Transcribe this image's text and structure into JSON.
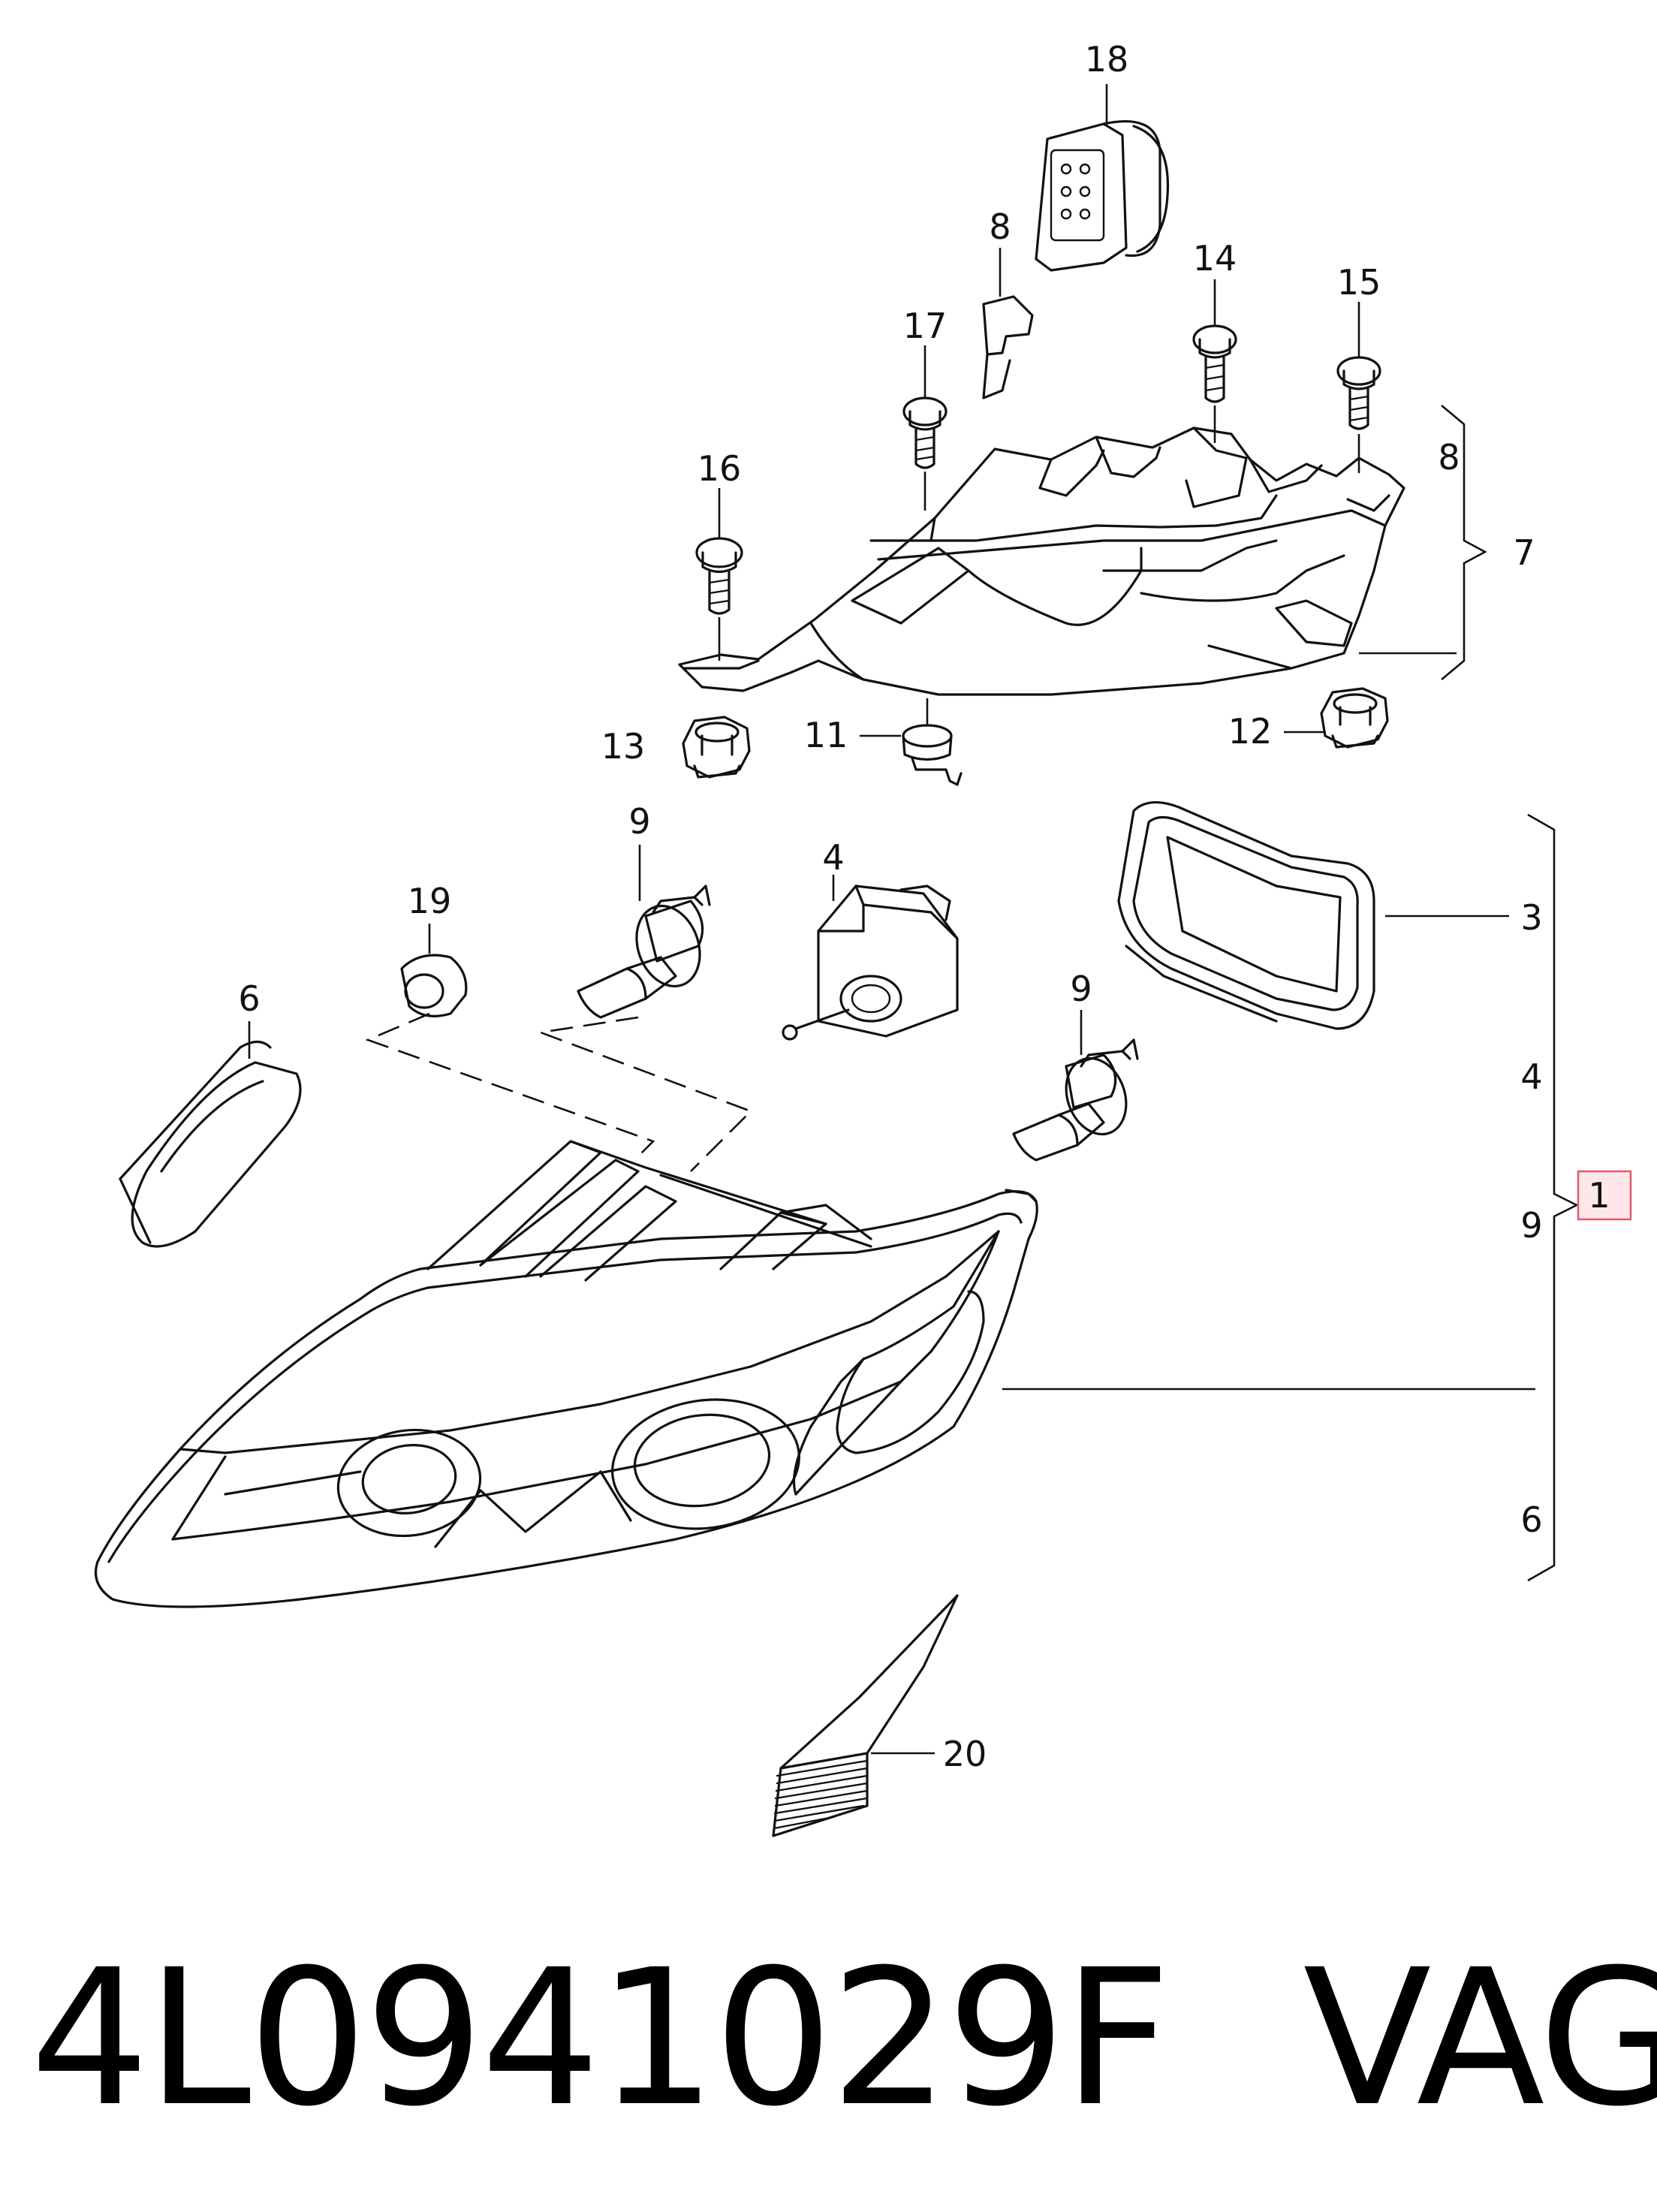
{
  "callouts": {
    "c18": "18",
    "c8_top": "8",
    "c14": "14",
    "c15": "15",
    "c17": "17",
    "c16": "16",
    "c8_right": "8",
    "c7": "7",
    "c13": "13",
    "c11": "11",
    "c12": "12",
    "c9_left": "9",
    "c4_top": "4",
    "c19": "19",
    "c6_left": "6",
    "c3": "3",
    "c4_right": "4",
    "c9_mid": "9",
    "c9_right": "9",
    "c1": "1",
    "c6_right": "6",
    "c20": "20"
  },
  "footer": {
    "part_number": "4L0941029F",
    "brand": "VAG"
  },
  "colors": {
    "line": "#111111",
    "highlight_border": "#e05a6a",
    "highlight_fill": "#fde7ea"
  }
}
